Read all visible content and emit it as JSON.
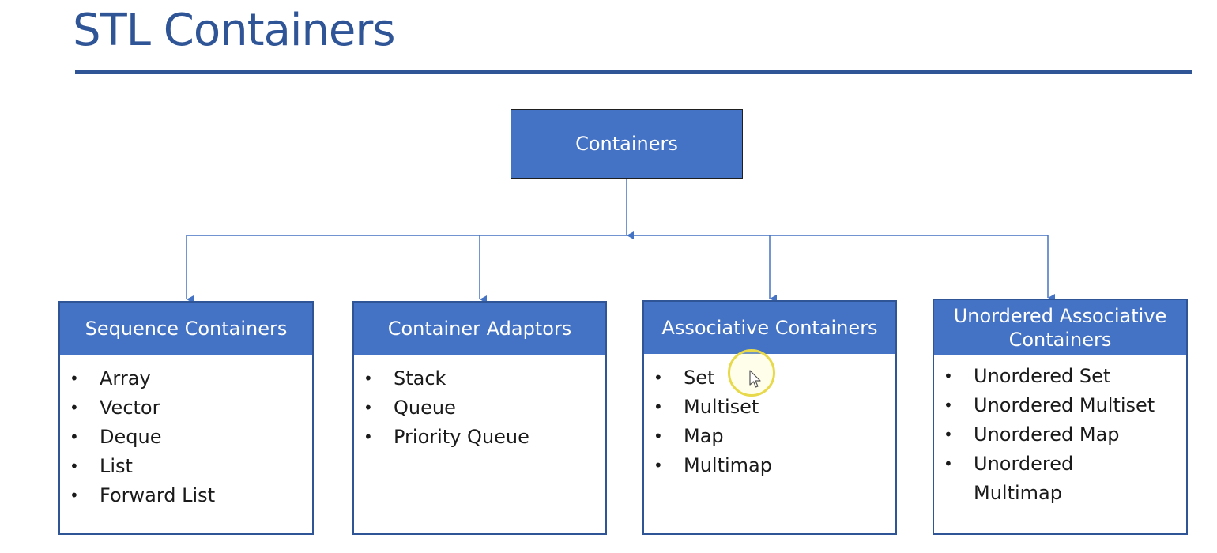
{
  "slide": {
    "title": "STL Containers"
  },
  "diagram": {
    "root": {
      "label": "Containers"
    },
    "categories": [
      {
        "header": "Sequence Containers",
        "items": [
          "Array",
          "Vector",
          "Deque",
          "List",
          "Forward List"
        ]
      },
      {
        "header": "Container Adaptors",
        "items": [
          "Stack",
          "Queue",
          "Priority Queue"
        ]
      },
      {
        "header": "Associative Containers",
        "items": [
          "Set",
          "Multiset",
          "Map",
          "Multimap"
        ]
      },
      {
        "header": "Unordered Associative Containers",
        "items": [
          "Unordered Set",
          "Unordered Multiset",
          "Unordered Map",
          "Unordered Multimap"
        ]
      }
    ]
  },
  "colors": {
    "title": "#2f5597",
    "box_fill": "#4472c4",
    "connector": "#4472c4",
    "cursor_highlight": "#e8d94a"
  },
  "icons": {
    "pointer": "mouse-pointer-icon",
    "bullet": "•"
  }
}
